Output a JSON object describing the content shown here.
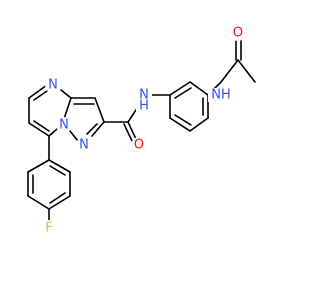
{
  "structure": {
    "atoms": {
      "carbonyl_O_left": {
        "text": "O",
        "color": "#ff0d0d"
      },
      "amide_NH_left": {
        "text": "NH",
        "color": "#3050f8"
      },
      "amide_NH_right": {
        "text": "N",
        "sub": "H",
        "color": "#3050f8"
      },
      "carbonyl_O_right": {
        "text": "O",
        "color": "#ff0d0d"
      },
      "ring_N_top": {
        "text": "N",
        "color": "#3050f8"
      },
      "ring_N_bridge": {
        "text": "N",
        "color": "#3050f8"
      },
      "ring_N_pyrazole": {
        "text": "N",
        "color": "#3050f8"
      },
      "fluorine": {
        "text": "F",
        "color": "#90e050"
      }
    }
  }
}
